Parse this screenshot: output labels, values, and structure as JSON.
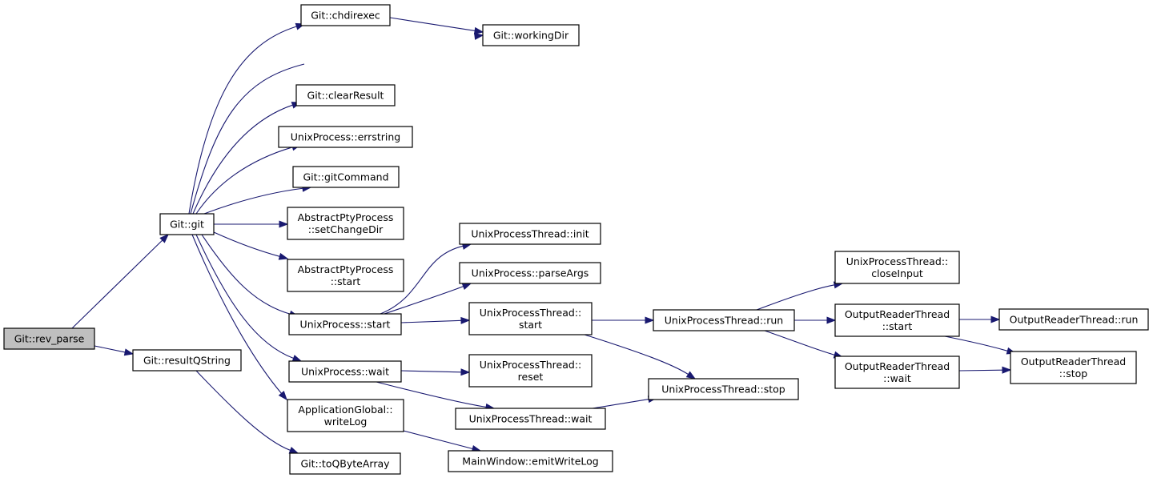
{
  "graph": {
    "nodes": [
      {
        "id": "rev_parse",
        "lines": [
          "Git::rev_parse"
        ],
        "highlight": true
      },
      {
        "id": "git",
        "lines": [
          "Git::git"
        ]
      },
      {
        "id": "resultQString",
        "lines": [
          "Git::resultQString"
        ]
      },
      {
        "id": "chdirexec",
        "lines": [
          "Git::chdirexec"
        ]
      },
      {
        "id": "workingDir",
        "lines": [
          "Git::workingDir"
        ]
      },
      {
        "id": "clearResult",
        "lines": [
          "Git::clearResult"
        ]
      },
      {
        "id": "errstring",
        "lines": [
          "UnixProcess::errstring"
        ]
      },
      {
        "id": "gitCommand",
        "lines": [
          "Git::gitCommand"
        ]
      },
      {
        "id": "setChangeDir",
        "lines": [
          "AbstractPtyProcess",
          "::setChangeDir"
        ]
      },
      {
        "id": "apStart",
        "lines": [
          "AbstractPtyProcess",
          "::start"
        ]
      },
      {
        "id": "upStart",
        "lines": [
          "UnixProcess::start"
        ]
      },
      {
        "id": "upWait",
        "lines": [
          "UnixProcess::wait"
        ]
      },
      {
        "id": "writeLog",
        "lines": [
          "ApplicationGlobal::",
          "writeLog"
        ]
      },
      {
        "id": "toQByteArray",
        "lines": [
          "Git::toQByteArray"
        ]
      },
      {
        "id": "uptInit",
        "lines": [
          "UnixProcessThread::init"
        ]
      },
      {
        "id": "parseArgs",
        "lines": [
          "UnixProcess::parseArgs"
        ]
      },
      {
        "id": "uptStart",
        "lines": [
          "UnixProcessThread::",
          "start"
        ]
      },
      {
        "id": "uptReset",
        "lines": [
          "UnixProcessThread::",
          "reset"
        ]
      },
      {
        "id": "uptWait",
        "lines": [
          "UnixProcessThread::wait"
        ]
      },
      {
        "id": "emitWriteLog",
        "lines": [
          "MainWindow::emitWriteLog"
        ]
      },
      {
        "id": "uptRun",
        "lines": [
          "UnixProcessThread::run"
        ]
      },
      {
        "id": "uptStop",
        "lines": [
          "UnixProcessThread::stop"
        ]
      },
      {
        "id": "closeInput",
        "lines": [
          "UnixProcessThread::",
          "closeInput"
        ]
      },
      {
        "id": "ortStart",
        "lines": [
          "OutputReaderThread",
          "::start"
        ]
      },
      {
        "id": "ortWait",
        "lines": [
          "OutputReaderThread",
          "::wait"
        ]
      },
      {
        "id": "ortRun",
        "lines": [
          "OutputReaderThread::run"
        ]
      },
      {
        "id": "ortStop",
        "lines": [
          "OutputReaderThread",
          "::stop"
        ]
      }
    ],
    "edges": [
      {
        "from": "rev_parse",
        "to": "git"
      },
      {
        "from": "rev_parse",
        "to": "resultQString"
      },
      {
        "from": "git",
        "to": "chdirexec"
      },
      {
        "from": "git",
        "to": "workingDir"
      },
      {
        "from": "git",
        "to": "clearResult"
      },
      {
        "from": "git",
        "to": "errstring"
      },
      {
        "from": "git",
        "to": "gitCommand"
      },
      {
        "from": "git",
        "to": "setChangeDir"
      },
      {
        "from": "git",
        "to": "apStart"
      },
      {
        "from": "git",
        "to": "upStart"
      },
      {
        "from": "git",
        "to": "upWait"
      },
      {
        "from": "git",
        "to": "writeLog"
      },
      {
        "from": "chdirexec",
        "to": "workingDir"
      },
      {
        "from": "resultQString",
        "to": "toQByteArray"
      },
      {
        "from": "upStart",
        "to": "uptInit"
      },
      {
        "from": "upStart",
        "to": "parseArgs"
      },
      {
        "from": "upStart",
        "to": "uptStart"
      },
      {
        "from": "upWait",
        "to": "uptReset"
      },
      {
        "from": "upWait",
        "to": "uptWait"
      },
      {
        "from": "writeLog",
        "to": "emitWriteLog"
      },
      {
        "from": "uptStart",
        "to": "uptRun"
      },
      {
        "from": "uptStart",
        "to": "uptStop"
      },
      {
        "from": "uptWait",
        "to": "uptStop"
      },
      {
        "from": "uptRun",
        "to": "closeInput"
      },
      {
        "from": "uptRun",
        "to": "ortStart"
      },
      {
        "from": "uptRun",
        "to": "ortWait"
      },
      {
        "from": "ortStart",
        "to": "ortRun"
      },
      {
        "from": "ortStart",
        "to": "ortStop"
      },
      {
        "from": "ortWait",
        "to": "ortStop"
      }
    ]
  }
}
